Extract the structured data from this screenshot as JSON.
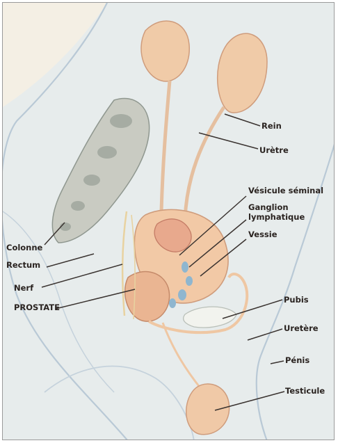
{
  "labels": {
    "rein": "Rein",
    "uretre": "Urètre",
    "vesicule": "Vésicule séminal",
    "ganglion_1": "Ganglion",
    "ganglion_2": "lymphatique",
    "vessie": "Vessie",
    "colonne": "Colonne",
    "rectum": "Rectum",
    "nerf": "Nerf",
    "prostate": "PROSTATE",
    "pubis": "Pubis",
    "uretere": "Uretère",
    "penis": "Pénis",
    "testicule": "Testicule"
  },
  "colors": {
    "background": "#f4efe4",
    "body_outline": "#b9c9d6",
    "organ": "#efc7a3",
    "organ_outline": "#d09a7c",
    "spine": "#9aa39c",
    "lymph": "#8fb6cf",
    "leader_line": "#3a3330"
  }
}
